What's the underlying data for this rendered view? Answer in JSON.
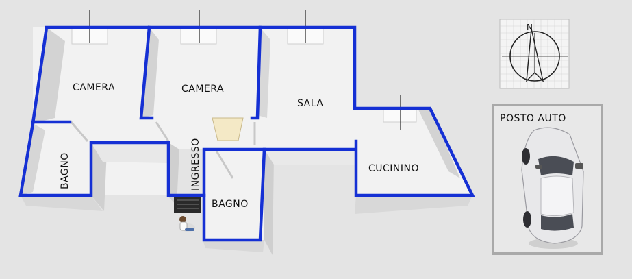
{
  "plan": {
    "rooms": {
      "camera_left": "CAMERA",
      "camera_middle": "CAMERA",
      "sala": "SALA",
      "cucinino": "CUCININO",
      "bagno_left": "BAGNO",
      "bagno_middle": "BAGNO",
      "ingresso": "INGRESSO"
    },
    "parking": {
      "label": "POSTO AUTO"
    },
    "compass": {
      "north_label": "N"
    },
    "colors": {
      "wall": "#1530d4",
      "floor": "#f2f2f2",
      "background": "#e4e4e4",
      "wall_side": "#cfcfcf"
    }
  }
}
